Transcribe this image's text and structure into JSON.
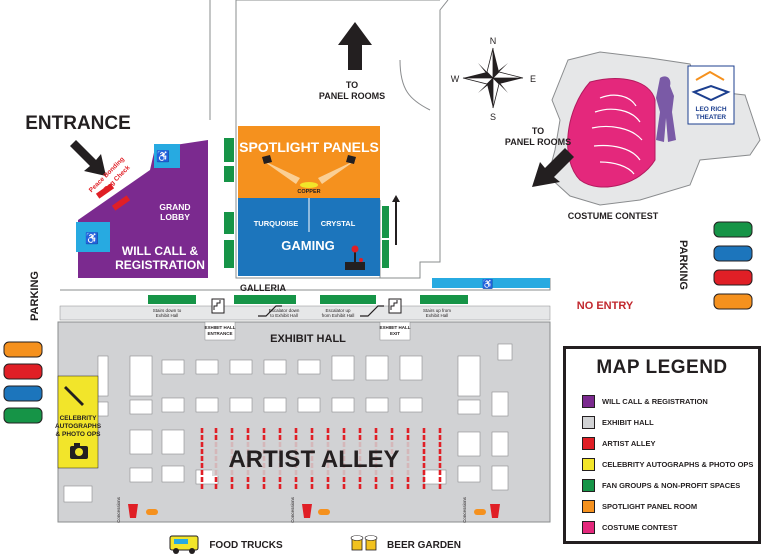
{
  "labels": {
    "entrance": "ENTRANCE",
    "to_panel_rooms_1": "TO",
    "to_panel_rooms_1b": "PANEL ROOMS",
    "to_panel_rooms_2": "TO",
    "to_panel_rooms_2b": "PANEL ROOMS",
    "compass_n": "N",
    "compass_s": "S",
    "compass_e": "E",
    "compass_w": "W",
    "theater_line1": "LEO RICH",
    "theater_line2": "THEATER",
    "costume_contest": "COSTUME CONTEST",
    "parking_left": "PARKING",
    "parking_right": "PARKING",
    "no_entry": "NO ENTRY",
    "peace_bonding_1": "Peace Bonding",
    "peace_bonding_2": "& Bag Check",
    "grand_lobby_1": "GRAND",
    "grand_lobby_2": "LOBBY",
    "will_call_1": "WILL CALL &",
    "will_call_2": "REGISTRATION",
    "spotlight_panels": "SPOTLIGHT PANELS",
    "copper": "COPPER",
    "turquoise": "TURQUOISE",
    "crystal": "CRYSTAL",
    "gaming": "GAMING",
    "galleria": "GALLERIA",
    "stairs_down_1": "Stairs down to",
    "stairs_down_2": "Exhibit Hall",
    "escalator_down_1": "Escalator down",
    "escalator_down_2": "to Exhibit Hall",
    "escalator_up_1": "Escalator up",
    "escalator_up_2": "from Exhibit Hall",
    "stairs_up_1": "Stairs up from",
    "stairs_up_2": "Exhibit Hall",
    "exhibit_entrance_1": "EXHIBIT HALL",
    "exhibit_entrance_2": "ENTRANCE",
    "exhibit_exit_1": "EXHIBIT HALL",
    "exhibit_exit_2": "EXIT",
    "exhibit_hall": "EXHIBIT HALL",
    "artist_alley": "ARTIST ALLEY",
    "celebrity_1": "CELEBRITY",
    "celebrity_2": "AUTOGRAPHS",
    "celebrity_3": "& PHOTO OPS",
    "concessions": "Concessions",
    "food_trucks": "FOOD TRUCKS",
    "beer_garden": "BEER GARDEN"
  },
  "legend": {
    "title": "MAP LEGEND",
    "items": [
      {
        "label": "WILL CALL & REGISTRATION",
        "color": "#7b2a8f"
      },
      {
        "label": "EXHIBIT HALL",
        "color": "#d1d2d4"
      },
      {
        "label": "ARTIST ALLEY",
        "color": "#e01f26"
      },
      {
        "label": "CELEBRITY AUTOGRAPHS & PHOTO OPS",
        "color": "#f2e52a"
      },
      {
        "label": "FAN GROUPS & NON-PROFIT SPACES",
        "color": "#169447"
      },
      {
        "label": "SPOTLIGHT PANEL ROOM",
        "color": "#f5911e"
      },
      {
        "label": "COSTUME CONTEST",
        "color": "#e4287c"
      }
    ]
  },
  "colors": {
    "purple": "#7b2a8f",
    "gray": "#d1d2d4",
    "red": "#e01f26",
    "yellow": "#f2e52a",
    "green": "#169447",
    "orange": "#f5911e",
    "pink": "#e4287c",
    "blue": "#1c75bc",
    "cyan": "#27aae1",
    "dark": "#231f20"
  }
}
